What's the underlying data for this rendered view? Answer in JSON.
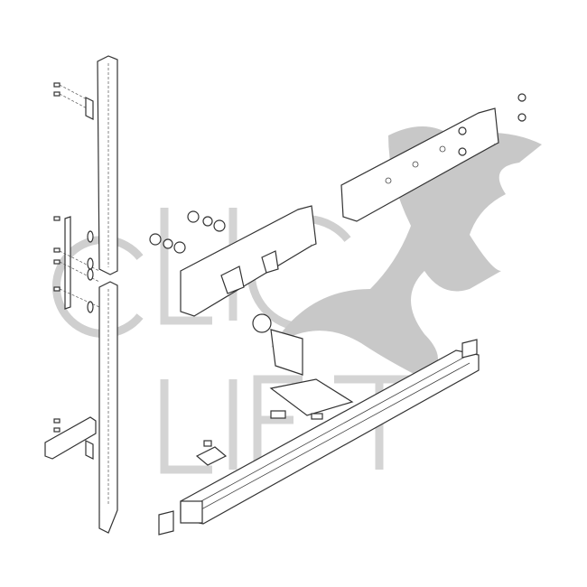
{
  "diagram": {
    "type": "exploded-assembly-drawing",
    "watermark": {
      "text_line1": "CLIC",
      "text_line2": "LIFT",
      "color": "#c8c8c8"
    },
    "colors": {
      "line": "#333333",
      "background": "#ffffff",
      "watermark": "#c8c8c8"
    }
  }
}
